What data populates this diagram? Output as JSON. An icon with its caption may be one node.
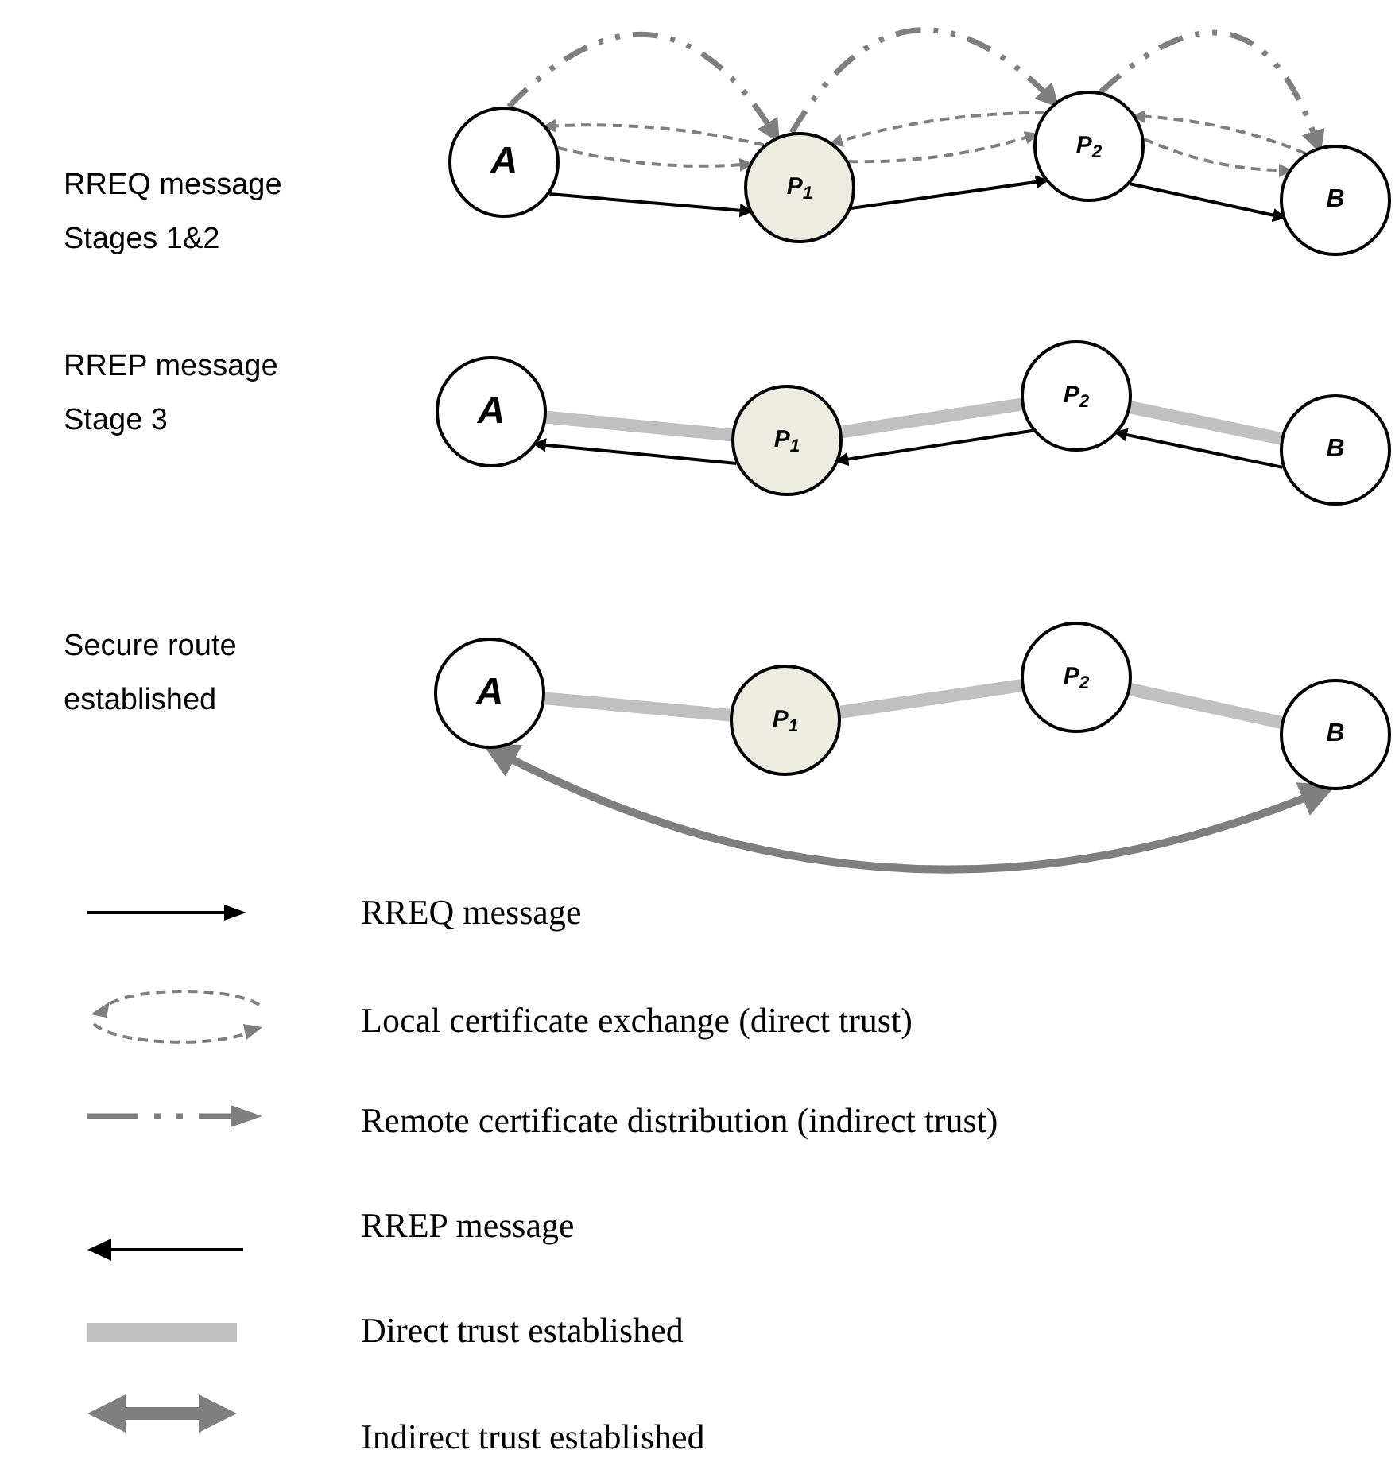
{
  "diagram": {
    "nodes": [
      {
        "text": [
          "A"
        ]
      },
      {
        "text": [
          "P$_{1}$"
        ]
      },
      {
        "text": [
          "P$_{2}$"
        ]
      },
      {
        "text": [
          "B"
        ]
      },
      {
        "text": [
          "A"
        ]
      },
      {
        "text": [
          "P$_{1}$"
        ]
      },
      {
        "text": [
          "P$_{2}$"
        ]
      },
      {
        "text": [
          "B"
        ]
      },
      {
        "text": [
          "A"
        ]
      },
      {
        "text": [
          "P$_{1}$"
        ]
      },
      {
        "text": [
          "P$_{2}$"
        ]
      },
      {
        "text": [
          "B"
        ]
      }
    ],
    "edges": [
      {
        "from": 0,
        "to": 1,
        "arrow": "to",
        "color": "#000000"
      },
      {
        "from": 1,
        "to": 0,
        "arrow": "to",
        "style": "dashed"
      },
      {
        "from": 0,
        "to": 1,
        "arrow": "to",
        "style": "dashed"
      },
      {
        "from": 0,
        "to": 1,
        "arrow": "to",
        "style": "dashed"
      },
      {
        "from": 1,
        "to": 2,
        "arrow": "to",
        "color": "#000000"
      },
      {
        "from": 2,
        "to": 1,
        "arrow": "to",
        "style": "dashed"
      },
      {
        "from": 1,
        "to": 2,
        "arrow": "to",
        "style": "dashed"
      },
      {
        "from": 1,
        "to": 2,
        "arrow": "to",
        "style": "dashed"
      },
      {
        "from": 2,
        "to": 3,
        "arrow": "to",
        "color": "#000000"
      },
      {
        "from": 3,
        "to": 2,
        "arrow": "to",
        "style": "dashed"
      },
      {
        "from": 2,
        "to": 3,
        "arrow": "to",
        "style": "dashed"
      },
      {
        "from": 2,
        "to": 3,
        "arrow": "to",
        "style": "dashed"
      },
      {
        "from": 4,
        "to": 5,
        "arrow": "none",
        "style": "thick",
        "color": "#c0c0c0"
      },
      {
        "from": 5,
        "to": 6,
        "arrow": "none",
        "style": "thick",
        "color": "#c0c0c0"
      },
      {
        "from": 6,
        "to": 7,
        "arrow": "none",
        "style": "thick",
        "color": "#c0c0c0"
      },
      {
        "from": 5,
        "to": 4,
        "arrow": "to",
        "color": "#000000"
      },
      {
        "from": 6,
        "to": 5,
        "arrow": "to",
        "color": "#000000"
      },
      {
        "from": 7,
        "to": 6,
        "arrow": "to",
        "color": "#000000"
      },
      {
        "from": 8,
        "to": 9,
        "arrow": "none",
        "style": "thick",
        "color": "#c0c0c0"
      },
      {
        "from": 9,
        "to": 10,
        "arrow": "none",
        "style": "thick",
        "color": "#c0c0c0"
      },
      {
        "from": 10,
        "to": 11,
        "arrow": "none",
        "style": "thick",
        "color": "#c0c0c0"
      },
      {
        "from": 8,
        "to": 11,
        "arrow": "both",
        "style": "thick"
      }
    ],
    "labels": [
      "RREQ message Stages 1&2",
      "RREP message Stage 3",
      "Secure route established"
    ],
    "legend": [
      {
        "text": "RREQ message"
      },
      {
        "text": "Local certificate exchange (direct trust)"
      },
      {
        "text": "Remote certificate distribution (indirect trust)"
      },
      {
        "text": "RREP message"
      },
      {
        "text": "Direct trust established"
      },
      {
        "text": "Indirect trust established"
      }
    ]
  }
}
